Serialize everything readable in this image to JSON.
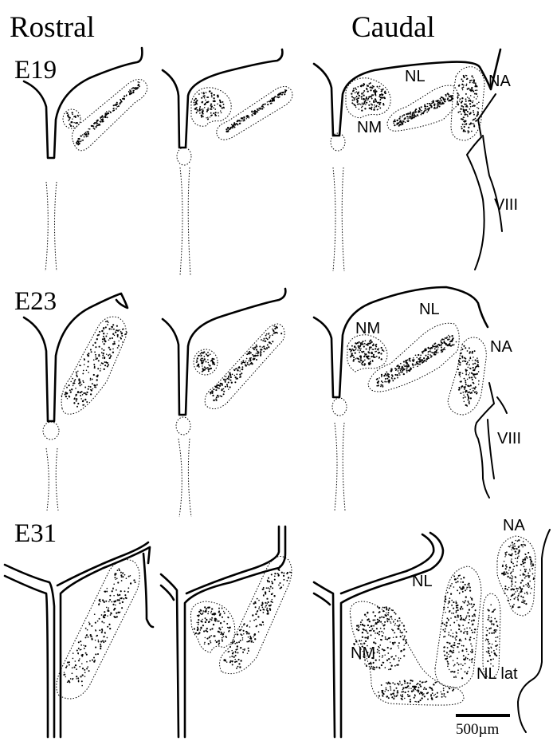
{
  "headings": {
    "rostral": "Rostral",
    "caudal": "Caudal"
  },
  "ages": {
    "e19": "E19",
    "e23": "E23",
    "e31": "E31"
  },
  "labels": {
    "e19": {
      "nm": "NM",
      "nl": "NL",
      "na": "NA",
      "viii": "VIII"
    },
    "e23": {
      "nm": "NM",
      "nl": "NL",
      "na": "NA",
      "viii": "VIII"
    },
    "e31": {
      "nm": "NM",
      "nl": "NL",
      "na": "NA",
      "nl_lat": "NL lat"
    }
  },
  "scale_bar": {
    "label": "500µm"
  },
  "colors": {
    "ink": "#000000",
    "background": "#ffffff"
  }
}
